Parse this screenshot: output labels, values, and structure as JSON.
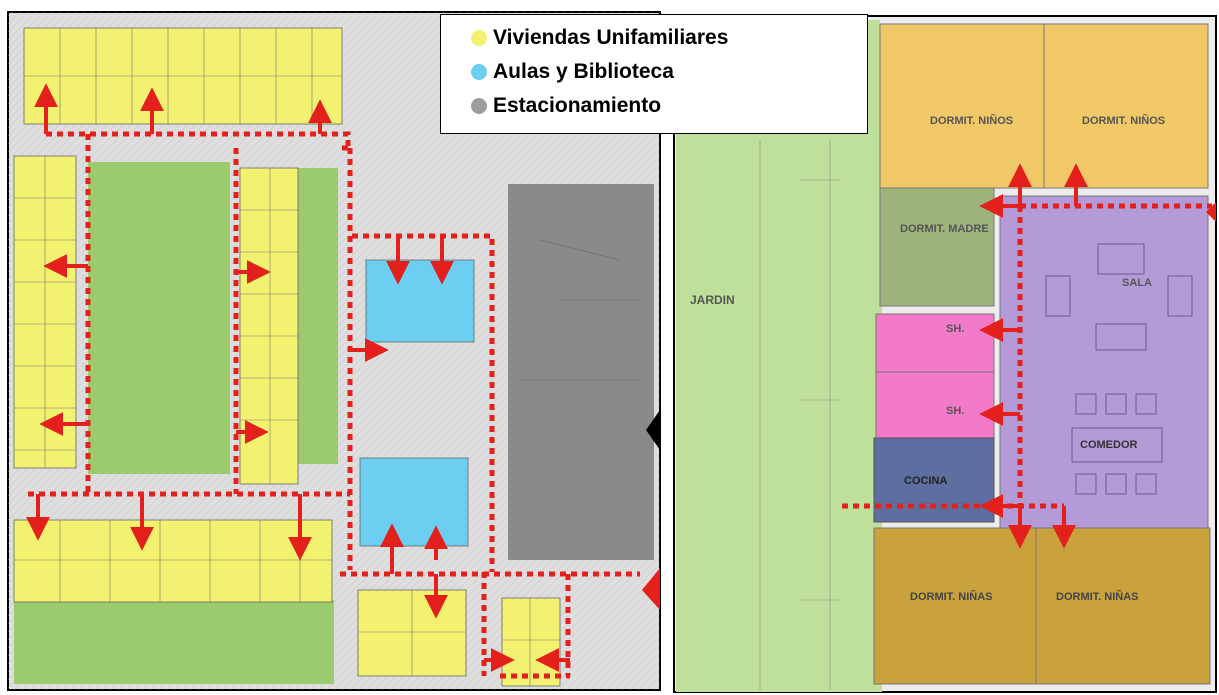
{
  "legend": {
    "items": [
      {
        "label": "Viviendas Unifamiliares",
        "color": "#f3f170"
      },
      {
        "label": "Aulas y Biblioteca",
        "color": "#6ccff2"
      },
      {
        "label": "Estacionamiento",
        "color": "#9e9e9e"
      }
    ]
  },
  "plan_right": {
    "rooms": {
      "dorm_ninos_1": "DORMIT. NIÑOS",
      "dorm_ninos_2": "DORMIT. NIÑOS",
      "dorm_madre": "DORMIT. MADRE",
      "sala": "SALA",
      "sh_1": "SH.",
      "sh_2": "SH.",
      "comedor": "COMEDOR",
      "cocina": "COCINA",
      "dorm_ninas_1": "DORMIT. NIÑAS",
      "dorm_ninas_2": "DORMIT. NIÑAS",
      "jardin": "JARDIN"
    }
  },
  "colors": {
    "housing": "#f3f170",
    "classroom": "#6ccff2",
    "parking": "#8a8a8a",
    "garden": "#9ccb6e",
    "circulation": "#e3201b",
    "bedroom_top": "#f0c868",
    "bedroom_bottom": "#c9a23e",
    "mother_bedroom": "#9fb37d",
    "living": "#b59ad8",
    "bath": "#f27ac8",
    "kitchen": "#5c6fa0"
  }
}
